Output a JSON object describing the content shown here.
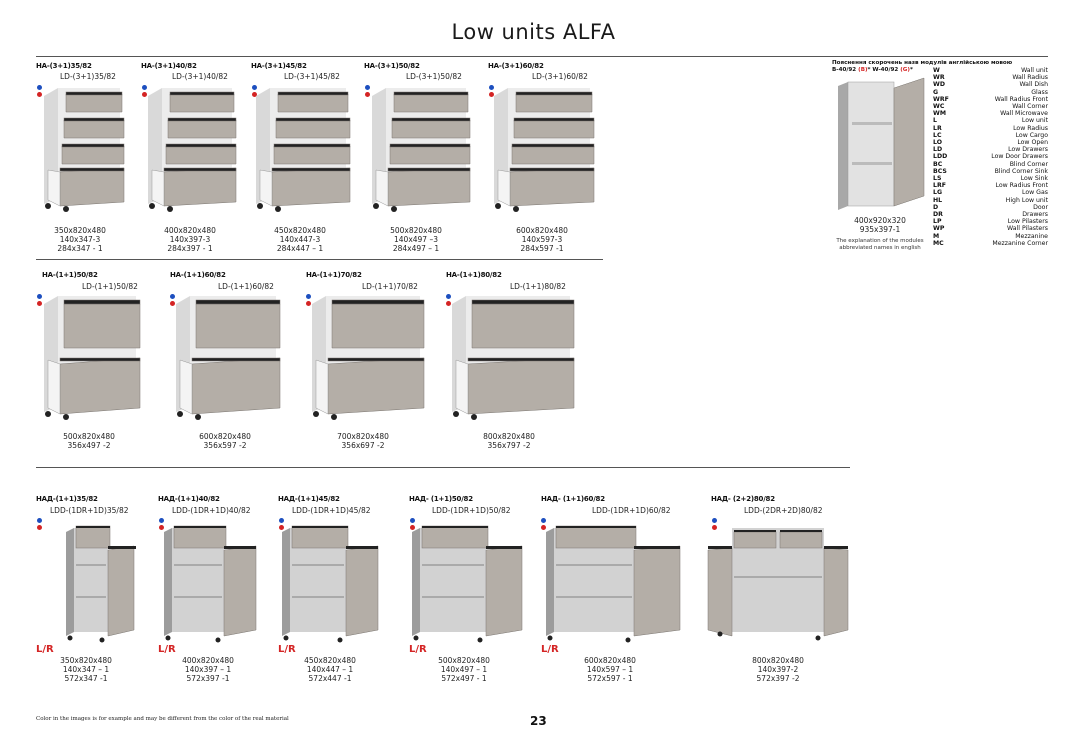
{
  "title": "Low units ALFA",
  "row1": [
    {
      "code": "HA-(3+1)35/82",
      "sub": "LD-(3+1)35/82",
      "dims": [
        "350x820x480",
        "140x347-3",
        "284x347 - 1"
      ]
    },
    {
      "code": "HA-(3+1)40/82",
      "sub": "LD-(3+1)40/82",
      "dims": [
        "400x820x480",
        "140x397-3",
        "284x397 - 1"
      ]
    },
    {
      "code": "HA-(3+1)45/82",
      "sub": "LD-(3+1)45/82",
      "dims": [
        "450x820x480",
        "140x447-3",
        "284x447 – 1"
      ]
    },
    {
      "code": "HA-(3+1)50/82",
      "sub": "LD-(3+1)50/82",
      "dims": [
        "500x820x480",
        "140x497 –3",
        "284x497 – 1"
      ]
    },
    {
      "code": "HA-(3+1)60/82",
      "sub": "LD-(3+1)60/82",
      "dims": [
        "600x820x480",
        "140x597-3",
        "284x597 -1"
      ]
    }
  ],
  "row2": [
    {
      "code": "HA-(1+1)50/82",
      "sub": "LD-(1+1)50/82",
      "dims": [
        "500x820x480",
        "356x497 -2"
      ]
    },
    {
      "code": "HA-(1+1)60/82",
      "sub": "LD-(1+1)60/82",
      "dims": [
        "600x820x480",
        "356x597 -2"
      ]
    },
    {
      "code": "HA-(1+1)70/82",
      "sub": "LD-(1+1)70/82",
      "dims": [
        "700x820x480",
        "356x697 -2"
      ]
    },
    {
      "code": "HA-(1+1)80/82",
      "sub": "LD-(1+1)80/82",
      "dims": [
        "800x820x480",
        "356x797 -2"
      ]
    }
  ],
  "row3": [
    {
      "code": "HAД-(1+1)35/82",
      "sub": "LDD-(1DR+1D)35/82",
      "dims": [
        "350x820x480",
        "140x347 – 1",
        "572x347 -1"
      ],
      "lr": "L/R"
    },
    {
      "code": "HAД-(1+1)40/82",
      "sub": "LDD-(1DR+1D)40/82",
      "dims": [
        "400x820x480",
        "140x397 – 1",
        "572x397 -1"
      ],
      "lr": "L/R"
    },
    {
      "code": "HAД-(1+1)45/82",
      "sub": "LDD-(1DR+1D)45/82",
      "dims": [
        "450x820x480",
        "140x447 – 1",
        "572x447 -1"
      ],
      "lr": "L/R"
    },
    {
      "code": "HAД- (1+1)50/82",
      "sub": "LDD-(1DR+1D)50/82",
      "dims": [
        "500x820x480",
        "140x497 – 1",
        "572x497 - 1"
      ],
      "lr": "L/R"
    },
    {
      "code": "HAД- (1+1)60/82",
      "sub": "LDD-(1DR+1D)60/82",
      "dims": [
        "600x820x480",
        "140x597 – 1",
        "572x597 - 1"
      ],
      "lr": "L/R"
    },
    {
      "code": "HAД- (2+2)80/82",
      "sub": "LDD-(2DR+2D)80/82",
      "dims": [
        "800x820x480",
        "140x397-2",
        "572x397 -2"
      ],
      "lr": ""
    }
  ],
  "legend": {
    "heading_line1": "Пояснення скорочень назв модулів англійською мовою",
    "heading_prefix": "B-40/92 ",
    "heading_red1": "(B)",
    "heading_mid": "* W-40/92 ",
    "heading_red2": "(G)",
    "heading_suffix": "*",
    "dims": [
      "400x920x320",
      "935x397-1"
    ],
    "note": "The explanation of the modules abbreviated names in english",
    "items": [
      {
        "ab": "W",
        "name": "Wall unit"
      },
      {
        "ab": "WR",
        "name": "Wall Radius"
      },
      {
        "ab": "WD",
        "name": "Wall Dish"
      },
      {
        "ab": "G",
        "name": "Glass"
      },
      {
        "ab": "WRF",
        "name": "Wall Radius Front"
      },
      {
        "ab": "WC",
        "name": "Wall Corner"
      },
      {
        "ab": "WM",
        "name": "Wall Microwave"
      },
      {
        "ab": "L",
        "name": "Low unit"
      },
      {
        "ab": "LR",
        "name": "Low Radius"
      },
      {
        "ab": "LC",
        "name": "Low Cargo"
      },
      {
        "ab": "LO",
        "name": "Low Open"
      },
      {
        "ab": "LD",
        "name": "Low Drawers"
      },
      {
        "ab": "LDD",
        "name": "Low Door Drawers"
      },
      {
        "ab": "BC",
        "name": "Blind Corner"
      },
      {
        "ab": "BCS",
        "name": "Blind Corner Sink"
      },
      {
        "ab": "LS",
        "name": "Low Sink"
      },
      {
        "ab": "LRF",
        "name": "Low Radius Front"
      },
      {
        "ab": "LG",
        "name": "Low Gas"
      },
      {
        "ab": "HL",
        "name": "High Low unit"
      },
      {
        "ab": "D",
        "name": "Door"
      },
      {
        "ab": "DR",
        "name": "Drawers"
      },
      {
        "ab": "LP",
        "name": "Low Pilasters"
      },
      {
        "ab": "WP",
        "name": "Wall Pilasters"
      },
      {
        "ab": "M",
        "name": "Mezzanine"
      },
      {
        "ab": "MC",
        "name": "Mezzanine Corner"
      }
    ]
  },
  "footer_note": "Color in the images is for example and may be different from the color of the real material",
  "page_number": "23",
  "colors": {
    "accent_red": "#d42424",
    "accent_blue": "#1d4fbf",
    "front": "#b4aea7",
    "carcass": "#e9e9e9"
  }
}
